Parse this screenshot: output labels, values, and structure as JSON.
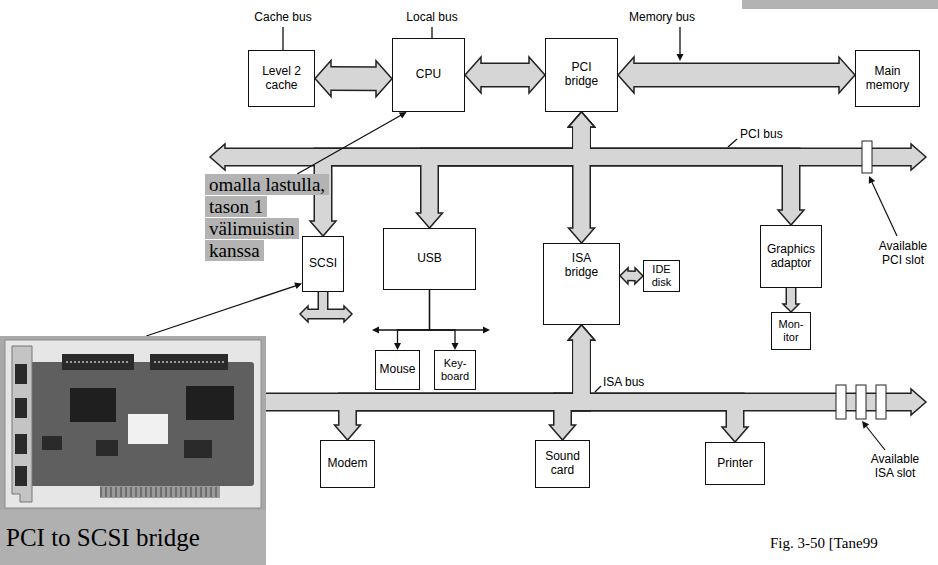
{
  "diagram": {
    "caption": "Fig. 3-50 [Tane99",
    "nodes": [
      {
        "text": [
          "Level 2 cache"
        ]
      },
      {
        "text": [
          "CPU"
        ]
      },
      {
        "text": [
          "PCI bridge"
        ]
      },
      {
        "text": [
          "Main memory"
        ]
      },
      {
        "text": [
          "omalla lastulla, tason 1 välimuistin kanssa"
        ]
      },
      {
        "text": [
          "SCSI"
        ]
      },
      {
        "text": [
          "USB"
        ]
      },
      {
        "text": [
          "ISA bridge"
        ]
      },
      {
        "text": [
          "IDE disk"
        ]
      },
      {
        "text": [
          "Graphics adaptor"
        ]
      },
      {
        "text": [
          "Mon- itor"
        ]
      },
      {
        "text": [
          "Mouse"
        ]
      },
      {
        "text": [
          "Key- board"
        ]
      },
      {
        "text": [
          "PCI to SCSI bridge"
        ]
      },
      {
        "text": [
          "Modem"
        ]
      },
      {
        "text": [
          "Sound card"
        ]
      },
      {
        "text": [
          "Printer"
        ]
      }
    ],
    "edges": [
      {
        "from": 0,
        "to": 1,
        "arrow": "both",
        "label": "Cache bus"
      },
      {
        "from": 1,
        "to": 2,
        "arrow": "both",
        "label": "Local bus"
      },
      {
        "from": 2,
        "to": 3,
        "arrow": "both",
        "label": "Memory bus"
      },
      {
        "from": 2,
        "to": 5,
        "arrow": "both"
      },
      {
        "from": 2,
        "to": 6,
        "arrow": "both"
      },
      {
        "from": 2,
        "to": 7,
        "arrow": "both"
      },
      {
        "from": 2,
        "to": 9,
        "arrow": "both"
      },
      {
        "from": 7,
        "to": 8,
        "arrow": "both"
      },
      {
        "from": 9,
        "to": 10,
        "arrow": "to"
      },
      {
        "from": 6,
        "to": 11,
        "arrow": "to"
      },
      {
        "from": 6,
        "to": 12,
        "arrow": "to"
      },
      {
        "from": 7,
        "to": 14,
        "arrow": "both"
      },
      {
        "from": 7,
        "to": 15,
        "arrow": "both"
      },
      {
        "from": 7,
        "to": 16,
        "arrow": "both"
      },
      {
        "from": 4,
        "to": 1,
        "arrow": "to"
      },
      {
        "from": 13,
        "to": 5,
        "arrow": "to"
      }
    ],
    "labels": [
      "PCI bus",
      "ISA bus",
      "Available PCI slot",
      "Available ISA slot"
    ]
  }
}
